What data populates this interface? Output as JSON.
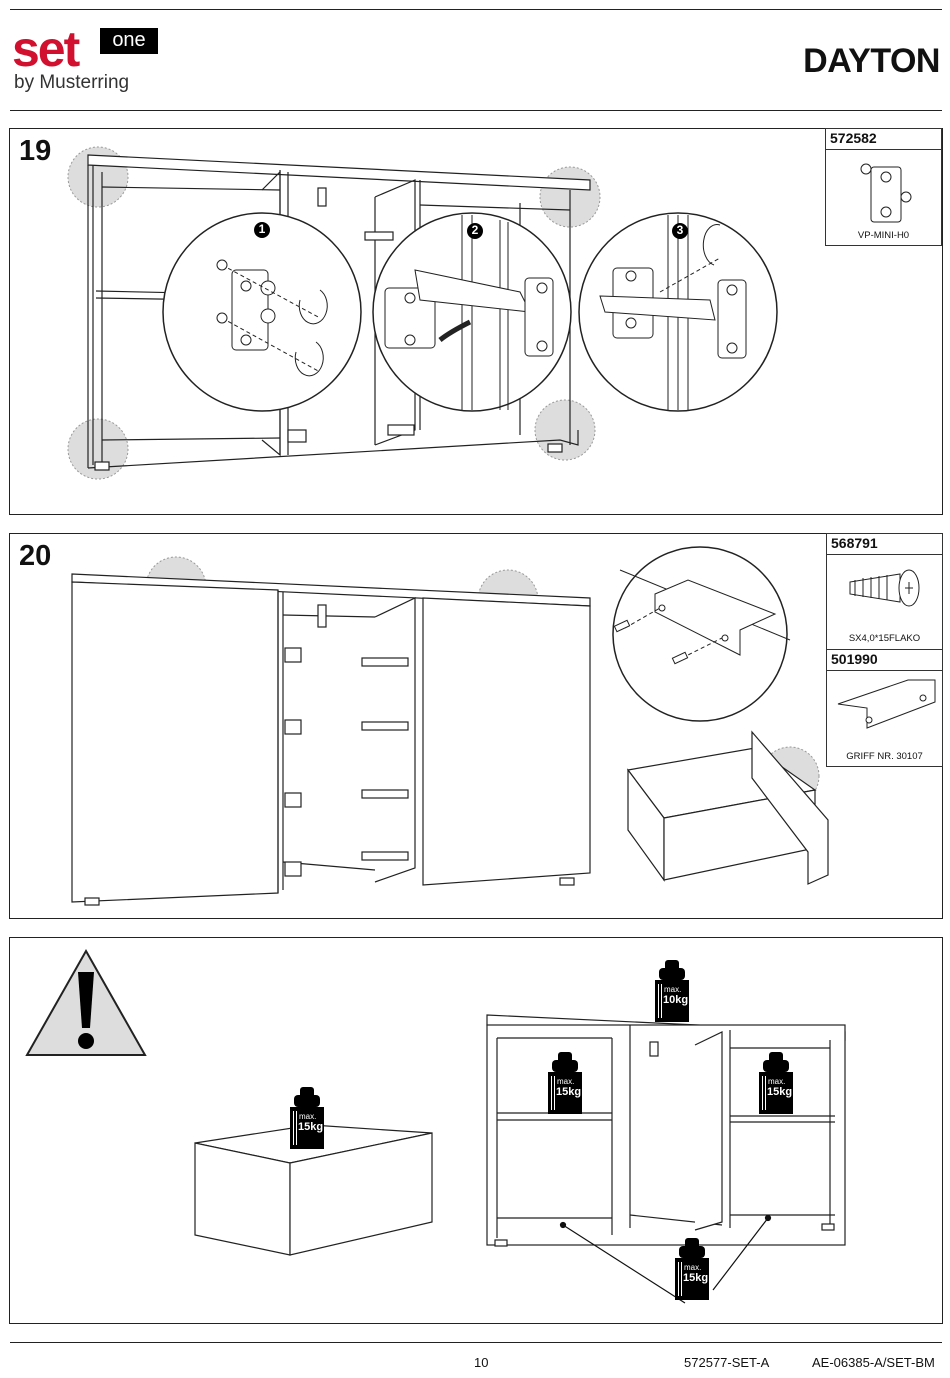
{
  "header": {
    "logo_set": "set",
    "logo_one": "one",
    "logo_by": "by Musterring",
    "product": "DAYTON"
  },
  "step19": {
    "number": "19",
    "callouts": [
      "❶",
      "❷",
      "❸"
    ],
    "part": {
      "number": "572582",
      "label": "VP-MINI-H0"
    }
  },
  "step20": {
    "number": "20",
    "parts": [
      {
        "number": "568791",
        "label": "SX4,0*15FLAKO"
      },
      {
        "number": "501990",
        "label": "GRIFF NR. 30107"
      }
    ]
  },
  "warning": {
    "weights": [
      {
        "max": "max.",
        "value": "10kg"
      },
      {
        "max": "max.",
        "value": "15kg"
      },
      {
        "max": "max.",
        "value": "15kg"
      },
      {
        "max": "max.",
        "value": "15kg"
      },
      {
        "max": "max.",
        "value": "15kg"
      }
    ]
  },
  "footer": {
    "page": "10",
    "code1": "572577-SET-A",
    "code2": "AE-06385-A/SET-BM"
  },
  "colors": {
    "brand_red": "#d0102e",
    "hint_circle": "#d9d9d9"
  }
}
